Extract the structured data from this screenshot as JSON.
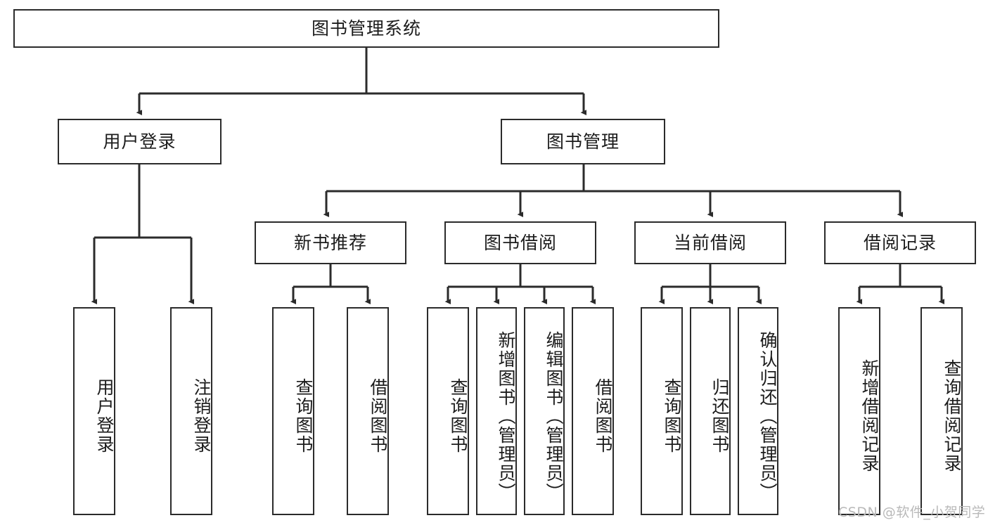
{
  "diagram": {
    "title": "图书管理系统",
    "type": "tree",
    "root": {
      "id": "root",
      "label": "图书管理系统"
    },
    "level2": [
      {
        "id": "user-login",
        "label": "用户登录"
      },
      {
        "id": "book-manage",
        "label": "图书管理"
      }
    ],
    "level3": [
      {
        "id": "new-book-rec",
        "label": "新书推荐"
      },
      {
        "id": "book-borrow",
        "label": "图书借阅"
      },
      {
        "id": "current-borrow",
        "label": "当前借阅"
      },
      {
        "id": "borrow-record",
        "label": "借阅记录"
      }
    ],
    "leaves": [
      {
        "id": "leaf-user-login",
        "label": "用户登录",
        "parent": "user-login"
      },
      {
        "id": "leaf-user-logout",
        "label": "注销登录",
        "parent": "user-login"
      },
      {
        "id": "leaf-query-book-1",
        "label": "查询图书",
        "parent": "new-book-rec"
      },
      {
        "id": "leaf-borrow-book-1",
        "label": "借阅图书",
        "parent": "new-book-rec"
      },
      {
        "id": "leaf-query-book-2",
        "label": "查询图书",
        "parent": "book-borrow"
      },
      {
        "id": "leaf-add-book",
        "label": "新增图书（管理员）",
        "parent": "book-borrow"
      },
      {
        "id": "leaf-edit-book",
        "label": "编辑图书（管理员）",
        "parent": "book-borrow"
      },
      {
        "id": "leaf-borrow-book-2",
        "label": "借阅图书",
        "parent": "book-borrow"
      },
      {
        "id": "leaf-query-book-3",
        "label": "查询图书",
        "parent": "current-borrow"
      },
      {
        "id": "leaf-return-book",
        "label": "归还图书",
        "parent": "current-borrow"
      },
      {
        "id": "leaf-confirm-return",
        "label": "确认归还（管理员）",
        "parent": "current-borrow"
      },
      {
        "id": "leaf-add-record",
        "label": "新增借阅记录",
        "parent": "borrow-record"
      },
      {
        "id": "leaf-query-record",
        "label": "查询借阅记录",
        "parent": "borrow-record"
      }
    ],
    "colors": {
      "stroke": "#2b2b2b",
      "fill": "#ffffff",
      "text": "#1c1c1c",
      "watermark": "#b9b9b9"
    }
  },
  "watermark": {
    "text": "CSDN @软件_小贺同学"
  }
}
